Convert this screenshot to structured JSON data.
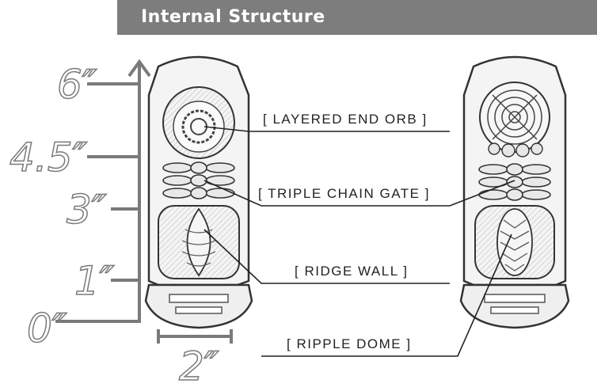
{
  "header": {
    "title": "Internal Structure"
  },
  "scale": {
    "height_labels": [
      "6″",
      "4.5″",
      "3″",
      "1″",
      "0″"
    ],
    "width_label": "2″"
  },
  "callouts": [
    {
      "label": "[ LAYERED END ORB ]"
    },
    {
      "label": "[ TRIPLE CHAIN GATE ]"
    },
    {
      "label": "[ RIDGE WALL ]"
    },
    {
      "label": "[ RIPPLE DOME ]"
    }
  ],
  "colors": {
    "header_bg": "#7d7d7d",
    "line": "#222222",
    "scale": "#7a7a7a"
  }
}
